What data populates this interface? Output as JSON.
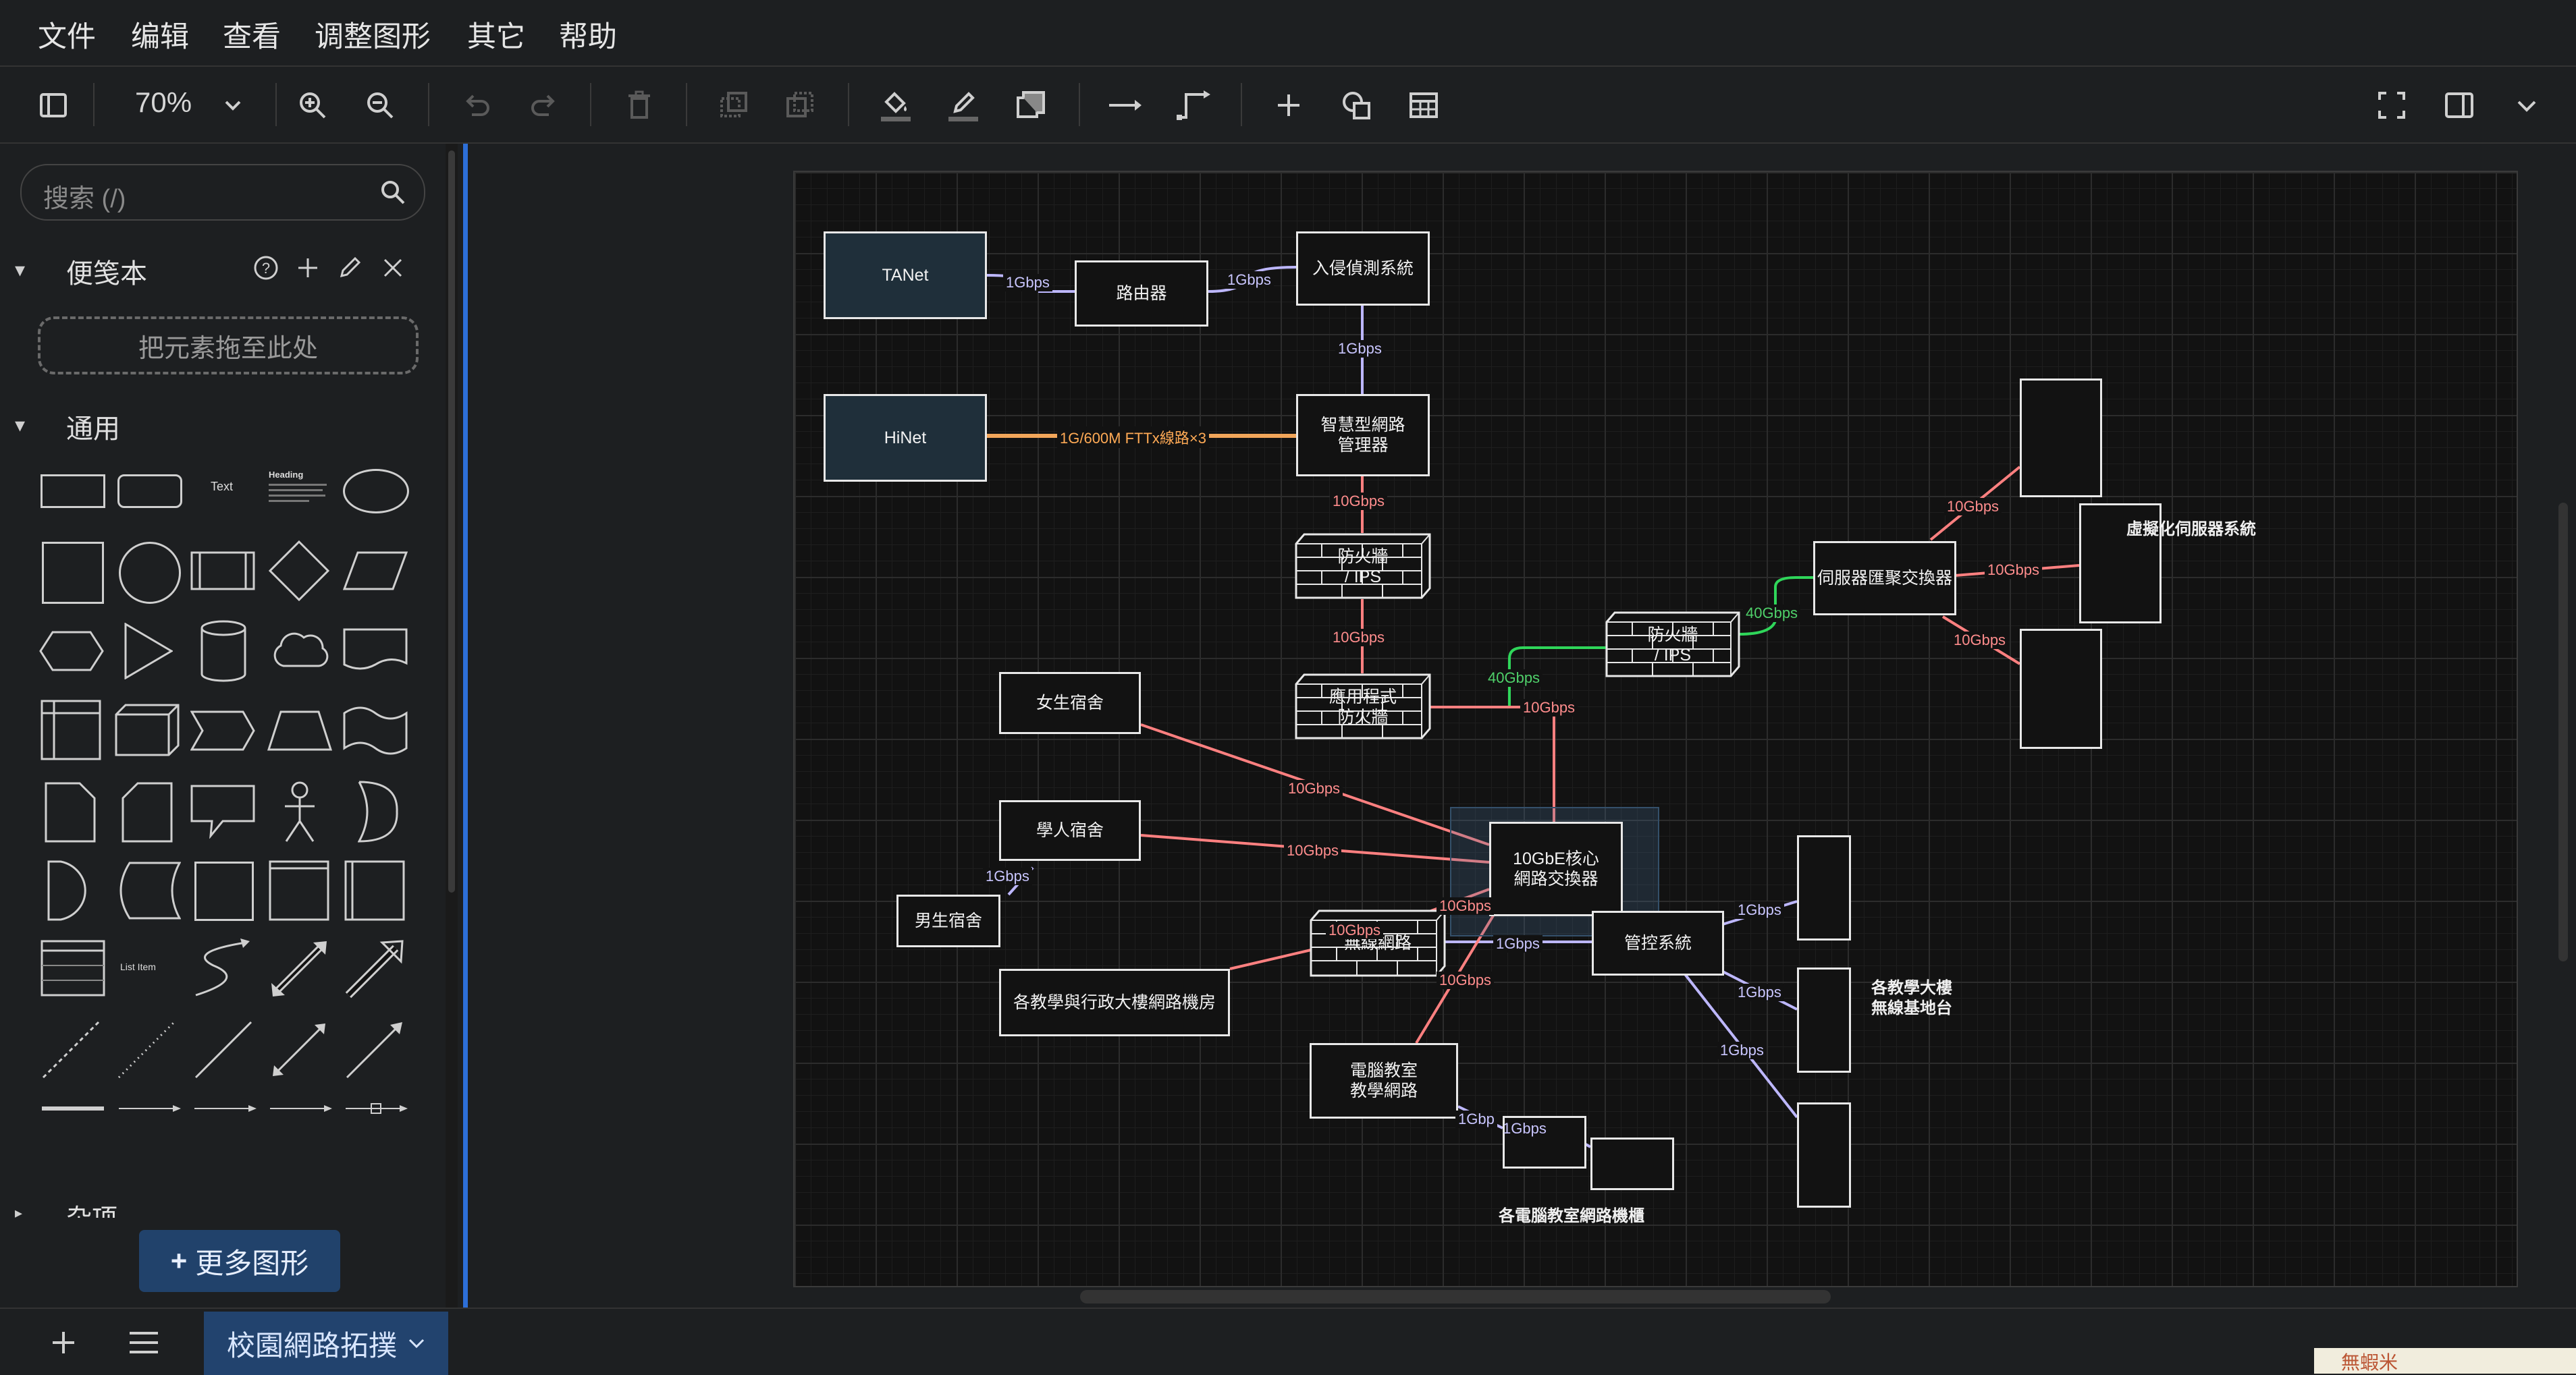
{
  "menu": {
    "file": "文件",
    "edit": "编辑",
    "view": "查看",
    "arrange": "调整图形",
    "extras": "其它",
    "help": "帮助"
  },
  "toolbar": {
    "zoom": "70%"
  },
  "sidebar": {
    "search_placeholder": "搜索 (/)",
    "scratchpad_title": "便笺本",
    "scratchpad_drop": "把元素拖至此处",
    "general_title": "通用",
    "misc_title": "杂项",
    "shape_text": "Text",
    "shape_heading": "Heading",
    "shape_list_item": "List Item",
    "more_shapes": "更多图形"
  },
  "bottom": {
    "page_tab": "校園網路拓撲"
  },
  "diagram": {
    "nodes": {
      "tanet": "TANet",
      "router": "路由器",
      "ids": "入侵偵測系統",
      "hinet": "HiNet",
      "smart_mgr": "智慧型網路\n管理器",
      "fw1": "防火牆\n/ IPS",
      "app_fw": "應用程式\n防火牆",
      "fw2": "防火牆\n/ IPS",
      "server_switch": "伺服器匯聚交換器",
      "virt": "虛擬化伺服器系統",
      "girls": "女生宿舍",
      "scholar": "學人宿舍",
      "boys": "男生宿舍",
      "core": "10GbE核心\n網路交換器",
      "wireless": "無線網路",
      "control": "管控系統",
      "bldg_rooms": "各教學與行政大樓網路機房",
      "lab": "電腦教室\n教學網路",
      "ap_label": "各教學大樓\n無線基地台",
      "lab_rack_label": "各電腦教室網路機櫃"
    },
    "edges": {
      "e_tanet_router": "1Gbps",
      "e_router_ids": "1Gbps",
      "e_ids_smart": "1Gbps",
      "e_hinet_smart": "1G/600M FTTx線路×3",
      "e_smart_fw1": "10Gbps",
      "e_fw1_app": "10Gbps",
      "e_app_fw2": "40Gbps",
      "e_fw2_switch": "40Gbps",
      "e_switch_top": "10Gbps",
      "e_switch_virt": "10Gbps",
      "e_switch_bottom": "10Gbps",
      "e_app_core": "10Gbps",
      "e_girls_core": "10Gbps",
      "e_scholar_core": "10Gbps",
      "e_scholar_boys": "1Gbps",
      "e_core_wireless": "10Gbps",
      "e_wireless_bldg": "10Gbps",
      "e_core_control": "1Gbps",
      "e_core_lab": "10Gbps",
      "e_control_ap1": "1Gbps",
      "e_control_ap2": "1Gbps",
      "e_control_ap3": "1Gbps",
      "e_lab_rack1": "1Gbp",
      "e_lab_rack2": "1Gbps"
    }
  },
  "watermark": "無蝦米"
}
